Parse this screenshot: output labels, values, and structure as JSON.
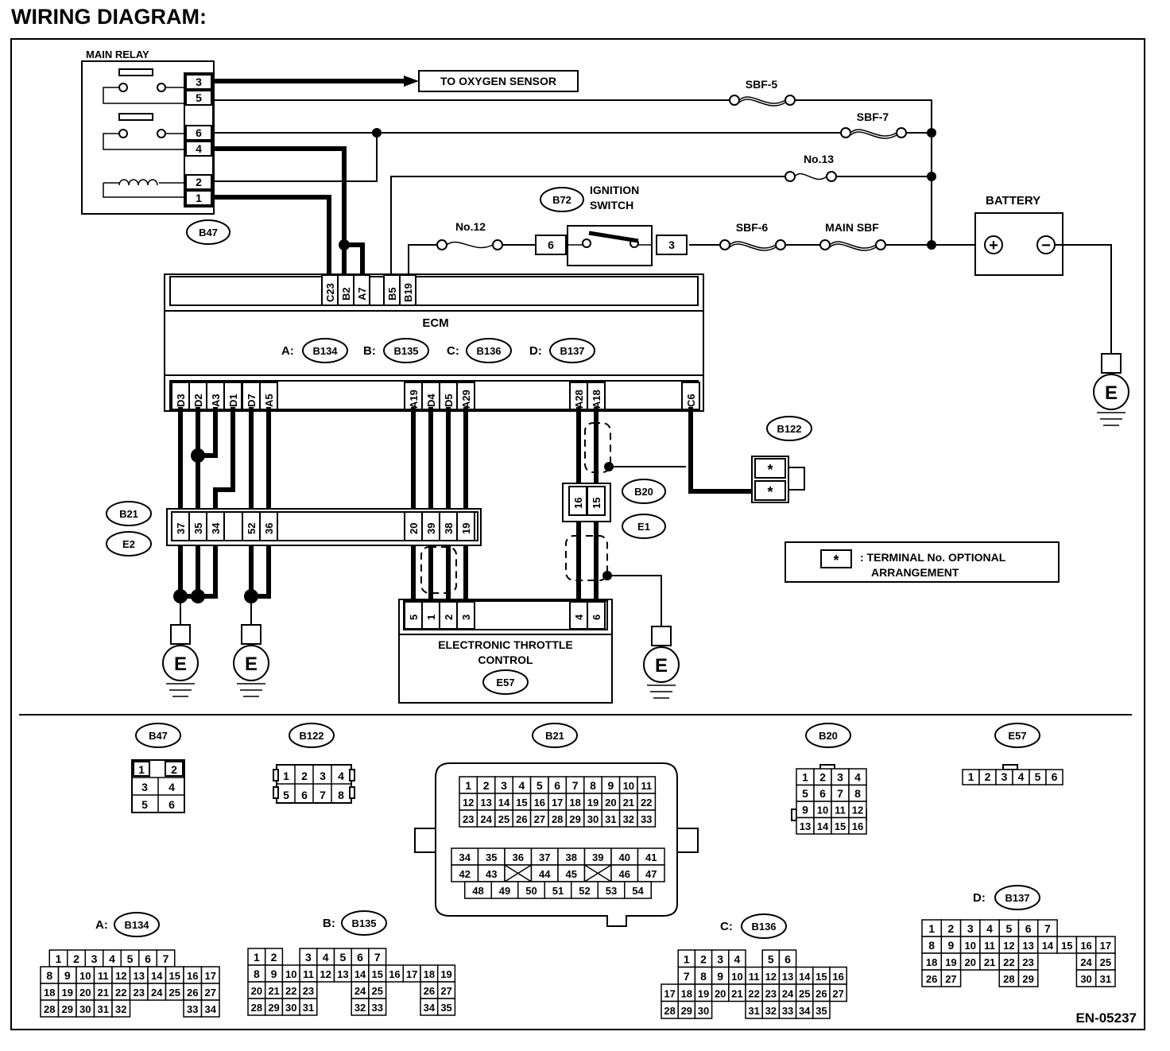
{
  "title": "WIRING DIAGRAM:",
  "figure_id": "EN-05237",
  "main_relay": {
    "label": "MAIN RELAY",
    "pins": [
      "3",
      "5",
      "6",
      "4",
      "2",
      "1"
    ],
    "connector": "B47"
  },
  "oxygen_sensor_label": "TO OXYGEN SENSOR",
  "fuses": {
    "sbf5": "SBF-5",
    "sbf7": "SBF-7",
    "no13": "No.13",
    "no12": "No.12",
    "sbf6": "SBF-6",
    "main_sbf": "MAIN SBF"
  },
  "ignition_switch": {
    "connector": "B72",
    "label_line1": "IGNITION",
    "label_line2": "SWITCH",
    "pin_left": "6",
    "pin_right": "3"
  },
  "battery": {
    "label": "BATTERY",
    "pos": "+",
    "neg": "−"
  },
  "ground_label": "E",
  "ecm": {
    "label": "ECM",
    "connectors": [
      {
        "prefix": "A:",
        "id": "B134"
      },
      {
        "prefix": "B:",
        "id": "B135"
      },
      {
        "prefix": "C:",
        "id": "B136"
      },
      {
        "prefix": "D:",
        "id": "B137"
      }
    ],
    "top_pins": [
      "C23",
      "B2",
      "A7",
      "B5",
      "B19"
    ],
    "bottom_pins": [
      "D3",
      "D2",
      "A3",
      "D1",
      "D7",
      "A5",
      "A19",
      "D4",
      "D5",
      "A29",
      "A28",
      "A18",
      "C6"
    ]
  },
  "b21": {
    "ids": [
      "B21",
      "E2"
    ],
    "pins": [
      "37",
      "35",
      "34",
      "52",
      "36",
      "20",
      "39",
      "38",
      "19"
    ]
  },
  "b20": {
    "ids": [
      "B20",
      "E1"
    ],
    "pins": [
      "16",
      "15"
    ]
  },
  "b122": {
    "id": "B122",
    "pins": [
      "*",
      "*"
    ]
  },
  "legend": {
    "symbol": "*",
    "line1": ": TERMINAL No. OPTIONAL",
    "line2": "ARRANGEMENT"
  },
  "throttle": {
    "line1": "ELECTRONIC THROTTLE",
    "line2": "CONTROL",
    "id": "E57",
    "pins": [
      "5",
      "1",
      "2",
      "3",
      "4",
      "6"
    ]
  },
  "conn_views": {
    "b47": {
      "id": "B47",
      "rows": [
        [
          "1",
          "2"
        ],
        [
          "3",
          "4"
        ],
        [
          "5",
          "6"
        ]
      ]
    },
    "b122": {
      "id": "B122",
      "rows": [
        [
          "1",
          "2",
          "3",
          "4"
        ],
        [
          "5",
          "6",
          "7",
          "8"
        ]
      ]
    },
    "b21": {
      "id": "B21",
      "upper": [
        [
          "1",
          "2",
          "3",
          "4",
          "5",
          "6",
          "7",
          "8",
          "9",
          "10",
          "11"
        ],
        [
          "12",
          "13",
          "14",
          "15",
          "16",
          "17",
          "18",
          "19",
          "20",
          "21",
          "22"
        ],
        [
          "23",
          "24",
          "25",
          "26",
          "27",
          "28",
          "29",
          "30",
          "31",
          "32",
          "33"
        ]
      ],
      "lower": [
        [
          "34",
          "35",
          "36",
          "37",
          "38",
          "39",
          "40",
          "41"
        ],
        [
          "42",
          "43",
          "",
          "44",
          "45",
          "",
          "46",
          "47"
        ],
        [
          "48",
          "49",
          "50",
          "51",
          "52",
          "53",
          "54"
        ]
      ]
    },
    "b20": {
      "id": "B20",
      "rows": [
        [
          "1",
          "2",
          "3",
          "4"
        ],
        [
          "5",
          "6",
          "7",
          "8"
        ],
        [
          "9",
          "10",
          "11",
          "12"
        ],
        [
          "13",
          "14",
          "15",
          "16"
        ]
      ]
    },
    "e57": {
      "id": "E57",
      "rows": [
        [
          "1",
          "2",
          "3",
          "4",
          "5",
          "6"
        ]
      ]
    },
    "b134": {
      "prefix": "A:",
      "id": "B134",
      "rows": [
        [
          "1",
          "2",
          "3",
          "4",
          "5",
          "6",
          "7"
        ],
        [
          "8",
          "9",
          "10",
          "11",
          "12",
          "13",
          "14",
          "15",
          "16",
          "17"
        ],
        [
          "18",
          "19",
          "20",
          "21",
          "22",
          "23",
          "24",
          "25",
          "26",
          "27"
        ],
        [
          "28",
          "29",
          "30",
          "31",
          "32",
          "",
          "",
          "",
          "33",
          "34"
        ]
      ]
    },
    "b135": {
      "prefix": "B:",
      "id": "B135",
      "rows": [
        [
          "1",
          "2",
          "",
          "3",
          "4",
          "5",
          "6",
          "7"
        ],
        [
          "8",
          "9",
          "10",
          "11",
          "12",
          "13",
          "14",
          "15",
          "16",
          "17",
          "18",
          "19"
        ],
        [
          "20",
          "21",
          "22",
          "23",
          "",
          "",
          "24",
          "25",
          "",
          "",
          "26",
          "27"
        ],
        [
          "28",
          "29",
          "30",
          "31",
          "",
          "",
          "32",
          "33",
          "",
          "",
          "34",
          "35"
        ]
      ]
    },
    "b136": {
      "prefix": "C:",
      "id": "B136",
      "rows": [
        [
          "1",
          "2",
          "3",
          "4",
          "",
          "5",
          "6"
        ],
        [
          "7",
          "8",
          "9",
          "10",
          "11",
          "12",
          "13",
          "14",
          "15",
          "16"
        ],
        [
          "17",
          "18",
          "19",
          "20",
          "21",
          "22",
          "23",
          "24",
          "25",
          "26",
          "27"
        ],
        [
          "28",
          "29",
          "30",
          "",
          "",
          "31",
          "32",
          "33",
          "34",
          "35"
        ]
      ]
    },
    "b137": {
      "prefix": "D:",
      "id": "B137",
      "rows": [
        [
          "1",
          "2",
          "3",
          "4",
          "5",
          "6",
          "7"
        ],
        [
          "8",
          "9",
          "10",
          "11",
          "12",
          "13",
          "14",
          "15",
          "16",
          "17"
        ],
        [
          "18",
          "19",
          "20",
          "21",
          "22",
          "23",
          "",
          "",
          "24",
          "25"
        ],
        [
          "26",
          "27",
          "",
          "",
          "28",
          "29",
          "",
          "",
          "30",
          "31"
        ]
      ]
    }
  }
}
